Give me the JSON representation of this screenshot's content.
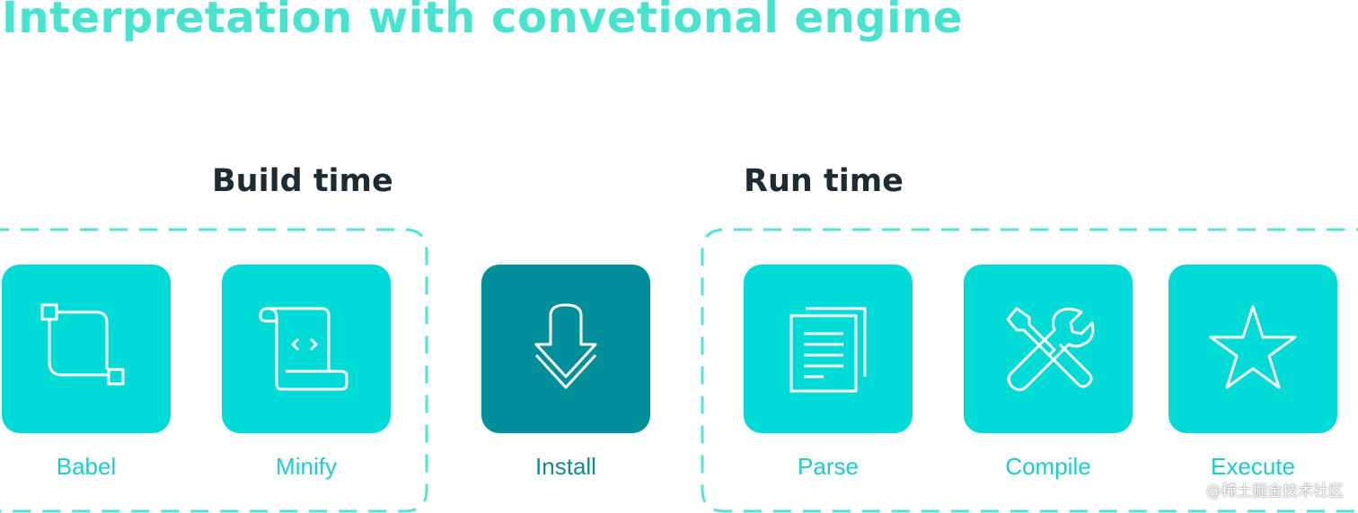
{
  "title": "Interpretation with convetional engine",
  "sections": {
    "build": {
      "heading": "Build time"
    },
    "run": {
      "heading": "Run time"
    }
  },
  "steps": [
    {
      "label": "Babel",
      "icon": "crop-icon",
      "color": "#01dbd7"
    },
    {
      "label": "Minify",
      "icon": "code-scroll-icon",
      "color": "#01dbd7"
    },
    {
      "label": "Install",
      "icon": "download-arrow-icon",
      "color": "#028f9c"
    },
    {
      "label": "Parse",
      "icon": "document-icon",
      "color": "#01dbd7"
    },
    {
      "label": "Compile",
      "icon": "tools-icon",
      "color": "#01dbd7"
    },
    {
      "label": "Execute",
      "icon": "star-icon",
      "color": "#01dbd7"
    }
  ],
  "watermark": "@稀土掘金技术社区",
  "colors": {
    "title": "#46e3cf",
    "heading": "#1d2b33",
    "tile": "#01dbd7",
    "tile_dark": "#028f9c",
    "label": "#19cdd0",
    "label_dark": "#108b96",
    "dashed_border": "#4ee6d4"
  }
}
